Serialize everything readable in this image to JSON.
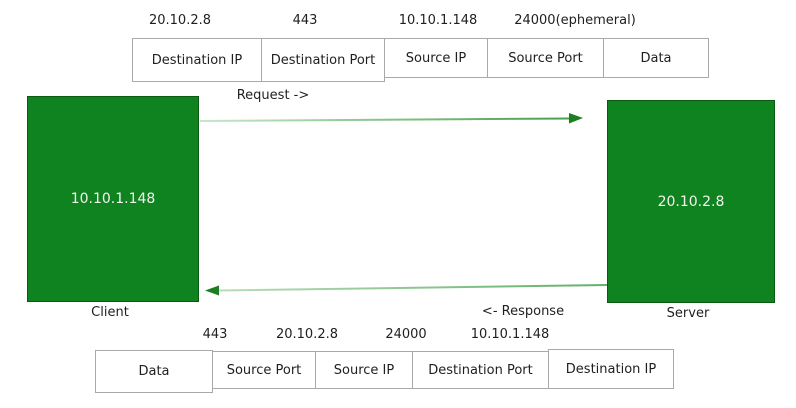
{
  "request_packet": {
    "values": [
      "20.10.2.8",
      "443",
      "10.10.1.148",
      "24000(ephemeral)"
    ],
    "fields": [
      "Destination IP",
      "Destination Port",
      "Source IP",
      "Source Port",
      "Data"
    ]
  },
  "response_packet": {
    "values": [
      "443",
      "20.10.2.8",
      "24000",
      "10.10.1.148"
    ],
    "fields": [
      "Data",
      "Source Port",
      "Source IP",
      "Destination Port",
      "Destination IP"
    ]
  },
  "client": {
    "ip": "10.10.1.148",
    "label": "Client"
  },
  "server": {
    "ip": "20.10.2.8",
    "label": "Server"
  },
  "request_label": "Request ->",
  "response_label": "<- Response",
  "colors": {
    "node_fill": "#0e831f",
    "node_text": "#f4f4ef",
    "arrow_head": "#1c7e21",
    "arrow_line_light": "#c9e6c9",
    "arrow_line_dark": "#46a04b",
    "table_border": "#a9a9a9",
    "text": "#1f1f1f"
  }
}
